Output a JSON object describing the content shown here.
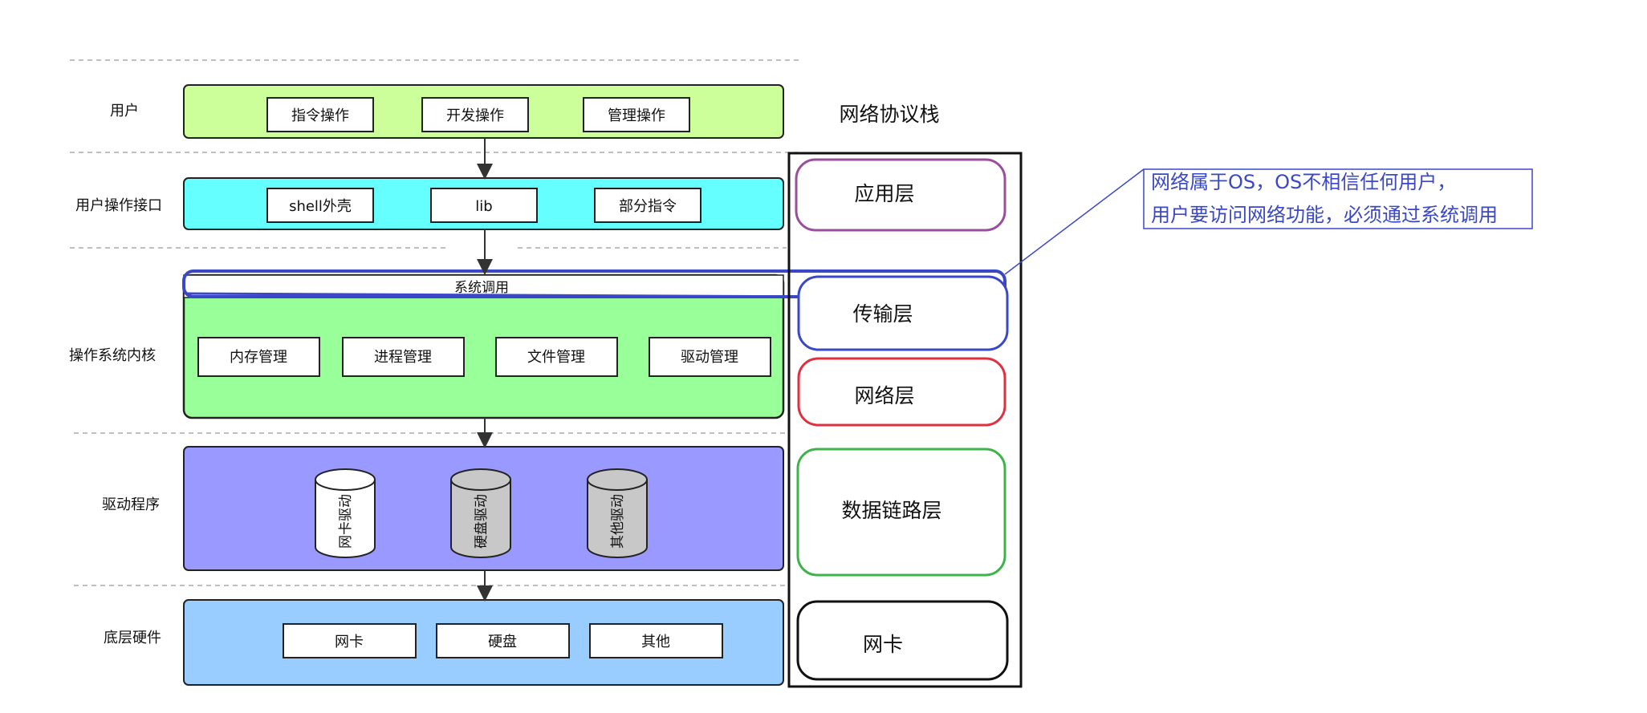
{
  "layers": [
    {
      "label": "用户",
      "modules": [
        "指令操作",
        "开发操作",
        "管理操作"
      ],
      "fill": "#ccff99"
    },
    {
      "label": "用户操作接口",
      "modules": [
        "shell外壳",
        "lib",
        "部分指令"
      ],
      "fill": "#66ffff"
    },
    {
      "label": "操作系统内核",
      "modules": [
        "内存管理",
        "进程管理",
        "文件管理",
        "驱动管理"
      ],
      "fill": "#99ff99"
    },
    {
      "label": "驱动程序",
      "modules": [
        "网卡驱动",
        "硬盘驱动",
        "其他驱动"
      ],
      "fill": "#9999ff"
    },
    {
      "label": "底层硬件",
      "modules": [
        "网卡",
        "硬盘",
        "其他"
      ],
      "fill": "#99ccff"
    }
  ],
  "syscall_label": "系统调用",
  "network_stack": {
    "title": "网络协议栈",
    "layers": [
      {
        "label": "应用层",
        "stroke": "#9b4f9b"
      },
      {
        "label": "传输层",
        "stroke": "#3a48c8"
      },
      {
        "label": "网络层",
        "stroke": "#e03040"
      },
      {
        "label": "数据链路层",
        "stroke": "#3cb44a"
      },
      {
        "label": "网卡",
        "stroke": "#111111"
      }
    ]
  },
  "annotation": {
    "line1": "网络属于OS，OS不相信任何用户，",
    "line2": "用户要访问网络功能，必须通过系统调用",
    "color": "#3a48c8"
  },
  "colors": {
    "syscall_highlight": "#3a48c8",
    "driver_cylinder_nic": "#ffffff",
    "driver_cylinder_other": "#c8c8c8"
  }
}
